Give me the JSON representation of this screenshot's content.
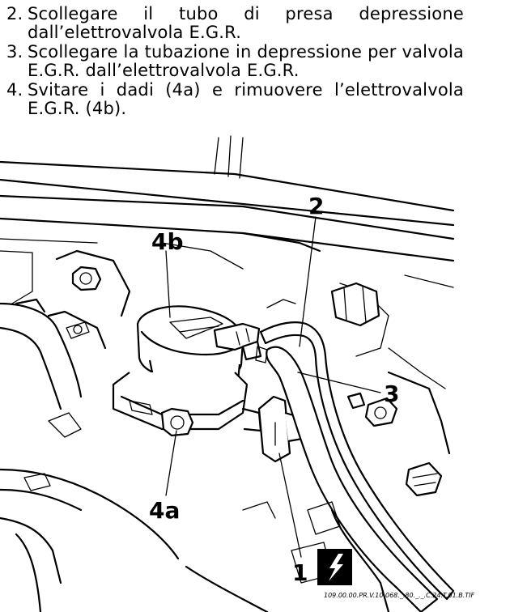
{
  "steps": [
    {
      "number": "2.",
      "text": "Scollegare il tubo di presa depressione dall’elettrovalvola E.G.R."
    },
    {
      "number": "3.",
      "text": "Scollegare la tubazione in depressione per valvola E.G.R. dall’elettrovalvola E.G.R."
    },
    {
      "number": "4.",
      "text": "Svitare i dadi (4a) e rimuovere l’elettrovalvola E.G.R. (4b)."
    }
  ],
  "figure": {
    "labels": {
      "l2": "2",
      "l3": "3",
      "l4b": "4b",
      "l4a": "4a",
      "l1": "1"
    },
    "warning_icon": "electrical-lightning-icon",
    "reference_code": "109.00.00.PR.V.10.068._.80._._.C.24.T.01.B.TIF"
  }
}
